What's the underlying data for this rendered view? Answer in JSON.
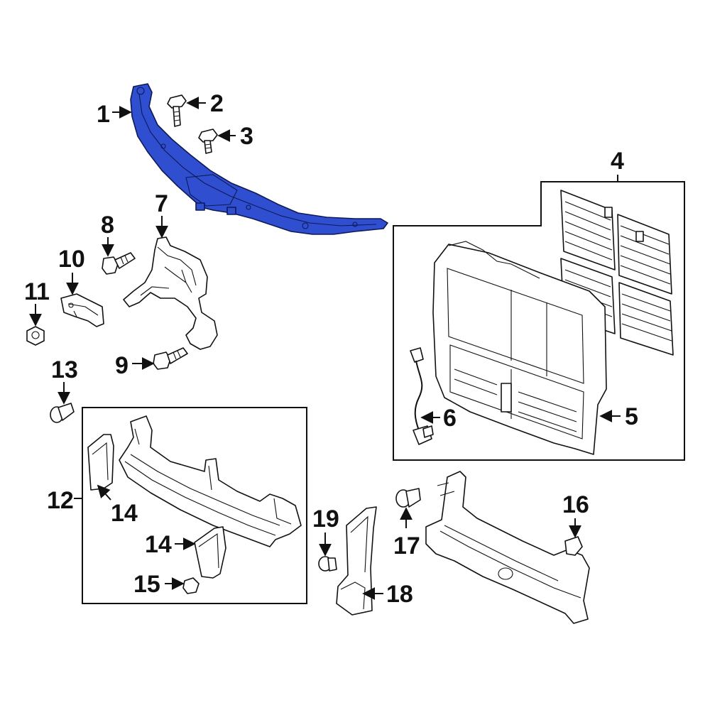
{
  "diagram": {
    "callouts": [
      {
        "id": "c1",
        "label": "1"
      },
      {
        "id": "c2",
        "label": "2"
      },
      {
        "id": "c3",
        "label": "3"
      },
      {
        "id": "c4",
        "label": "4"
      },
      {
        "id": "c5",
        "label": "5"
      },
      {
        "id": "c6",
        "label": "6"
      },
      {
        "id": "c7",
        "label": "7"
      },
      {
        "id": "c8",
        "label": "8"
      },
      {
        "id": "c9",
        "label": "9"
      },
      {
        "id": "c10",
        "label": "10"
      },
      {
        "id": "c11",
        "label": "11"
      },
      {
        "id": "c12",
        "label": "12"
      },
      {
        "id": "c13",
        "label": "13"
      },
      {
        "id": "c14a",
        "label": "14"
      },
      {
        "id": "c14b",
        "label": "14"
      },
      {
        "id": "c15",
        "label": "15"
      },
      {
        "id": "c16",
        "label": "16"
      },
      {
        "id": "c17",
        "label": "17"
      },
      {
        "id": "c18",
        "label": "18"
      },
      {
        "id": "c19",
        "label": "19"
      }
    ],
    "colors": {
      "highlight": "#2f4fd0",
      "line": "#111111",
      "background": "#ffffff"
    }
  }
}
